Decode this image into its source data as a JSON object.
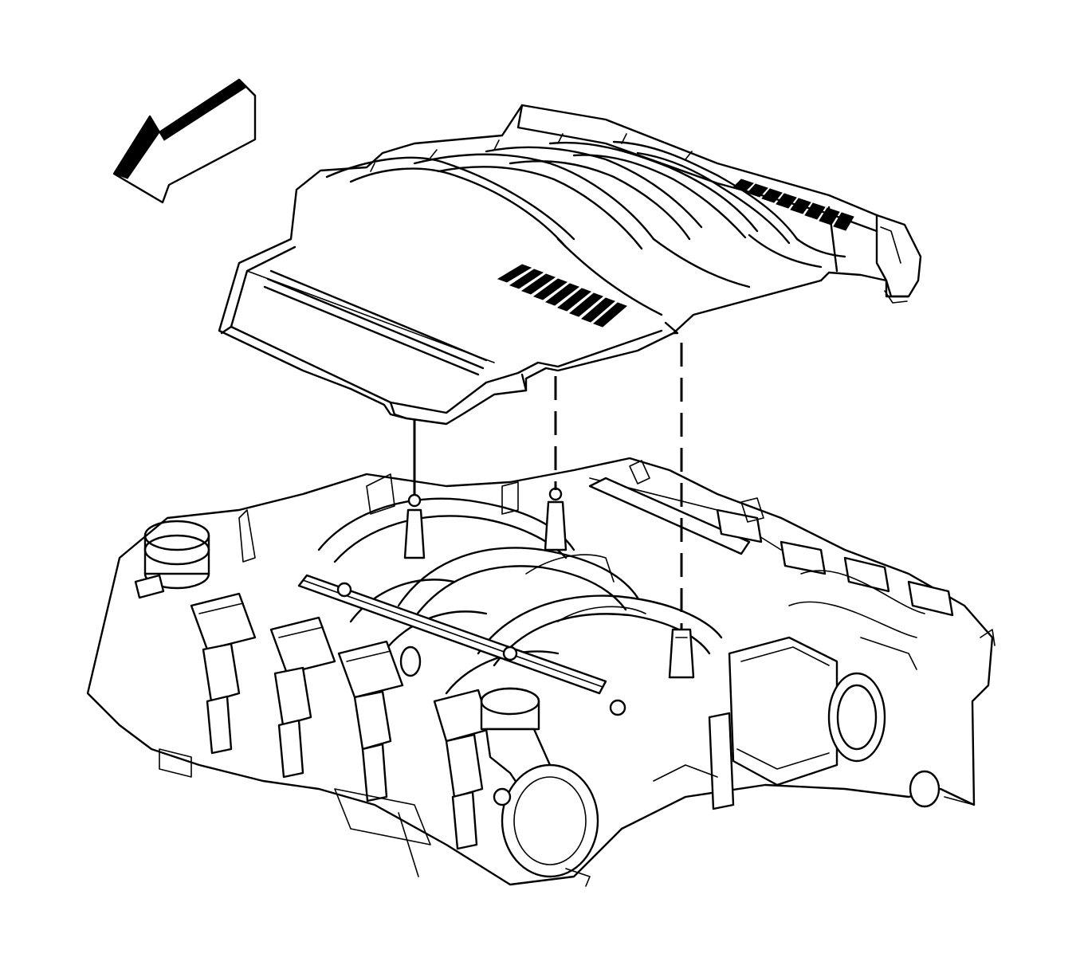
{
  "figure": {
    "background": "#ffffff",
    "line_color": "#000000",
    "direction_arrow": "front-direction-arrow",
    "components": [
      "engine-cover",
      "intake-manifold",
      "fuel-rail",
      "ignition-coils",
      "throttle-body",
      "oil-fill-cap",
      "cover-mounting-studs"
    ]
  }
}
